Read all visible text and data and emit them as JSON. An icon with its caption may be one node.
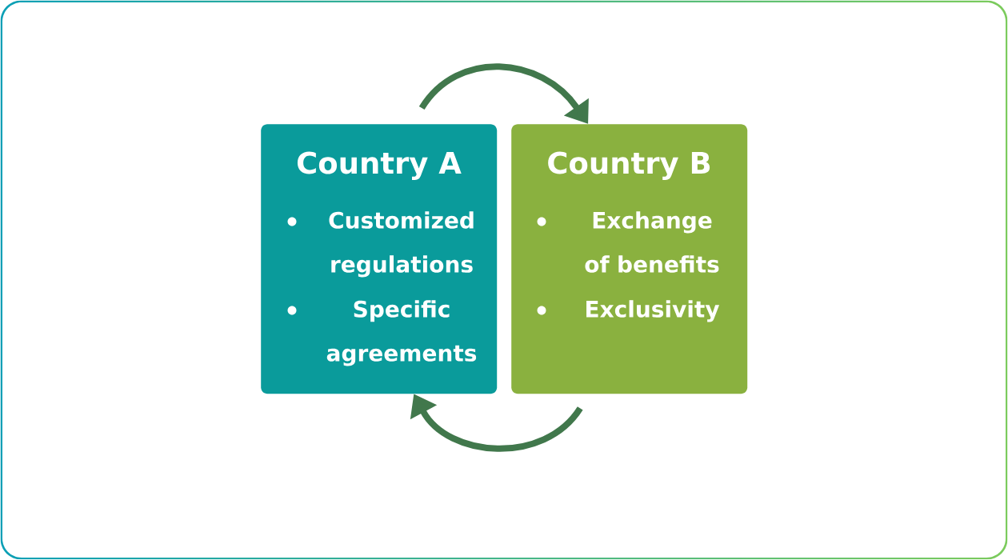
{
  "diagram": {
    "nodes": [
      {
        "text": [
          "Country A",
          "Customized regulations",
          "Specific agreements"
        ]
      },
      {
        "text": [
          "Country B",
          "Exchange of benefits",
          "Exclusivity"
        ]
      }
    ],
    "edges": [
      {
        "from": 0,
        "to": 1,
        "arrow": "to"
      },
      {
        "from": 1,
        "to": 0,
        "arrow": "to"
      }
    ]
  }
}
